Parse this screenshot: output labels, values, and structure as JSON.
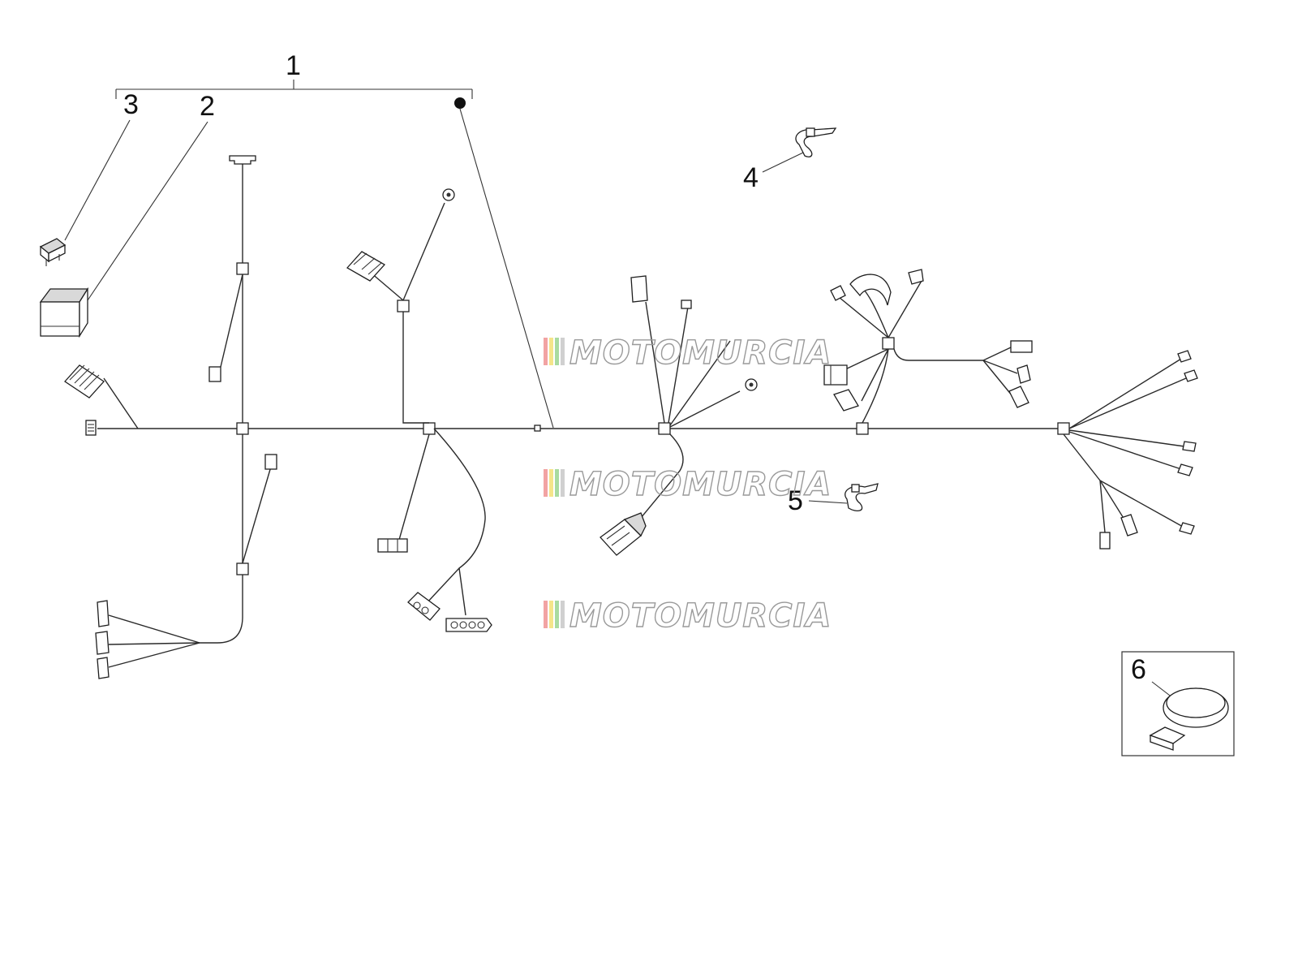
{
  "callouts": {
    "c1": "1",
    "c2": "2",
    "c3": "3",
    "c4": "4",
    "c5": "5",
    "c6": "6"
  },
  "watermark": {
    "text": "MOTOMURCIA",
    "stripe_colors": [
      "#f2a3a3",
      "#f4e58a",
      "#a9dba0",
      "#d0d0d0"
    ]
  },
  "colors": {
    "line": "#2a2a2a",
    "background": "#ffffff"
  }
}
